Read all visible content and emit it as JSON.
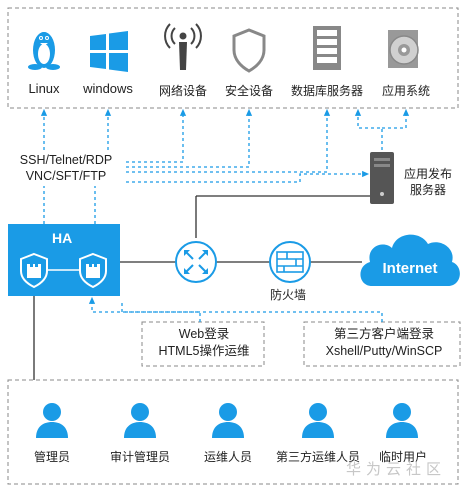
{
  "top_targets": [
    {
      "label": "Linux",
      "icon": "linux-penguin-icon"
    },
    {
      "label": "windows",
      "icon": "windows-logo-icon"
    },
    {
      "label": "网络设备",
      "icon": "network-antenna-icon"
    },
    {
      "label": "安全设备",
      "icon": "security-shield-icon"
    },
    {
      "label": "数据库服务器",
      "icon": "database-server-icon"
    },
    {
      "label": "应用系统",
      "icon": "application-disc-icon"
    }
  ],
  "protocols": {
    "line1": "SSH/Telnet/RDP",
    "line2": "VNC/SFT/FTP"
  },
  "app_publish_server": {
    "line1": "应用发布",
    "line2": "服务器"
  },
  "ha": {
    "title": "HA"
  },
  "firewall": {
    "label": "防火墙"
  },
  "internet": {
    "label": "Internet"
  },
  "web_login": {
    "line1": "Web登录",
    "line2": "HTML5操作运维"
  },
  "third_party_client": {
    "line1": "第三方客户端登录",
    "line2": "Xshell/Putty/WinSCP"
  },
  "users": [
    {
      "label": "管理员"
    },
    {
      "label": "审计管理员"
    },
    {
      "label": "运维人员"
    },
    {
      "label": "第三方运维人员"
    },
    {
      "label": "临时用户"
    }
  ],
  "watermark": "华为云社区",
  "colors": {
    "accent": "#1a9be6",
    "dashed": "#888888",
    "line": "#333333"
  }
}
